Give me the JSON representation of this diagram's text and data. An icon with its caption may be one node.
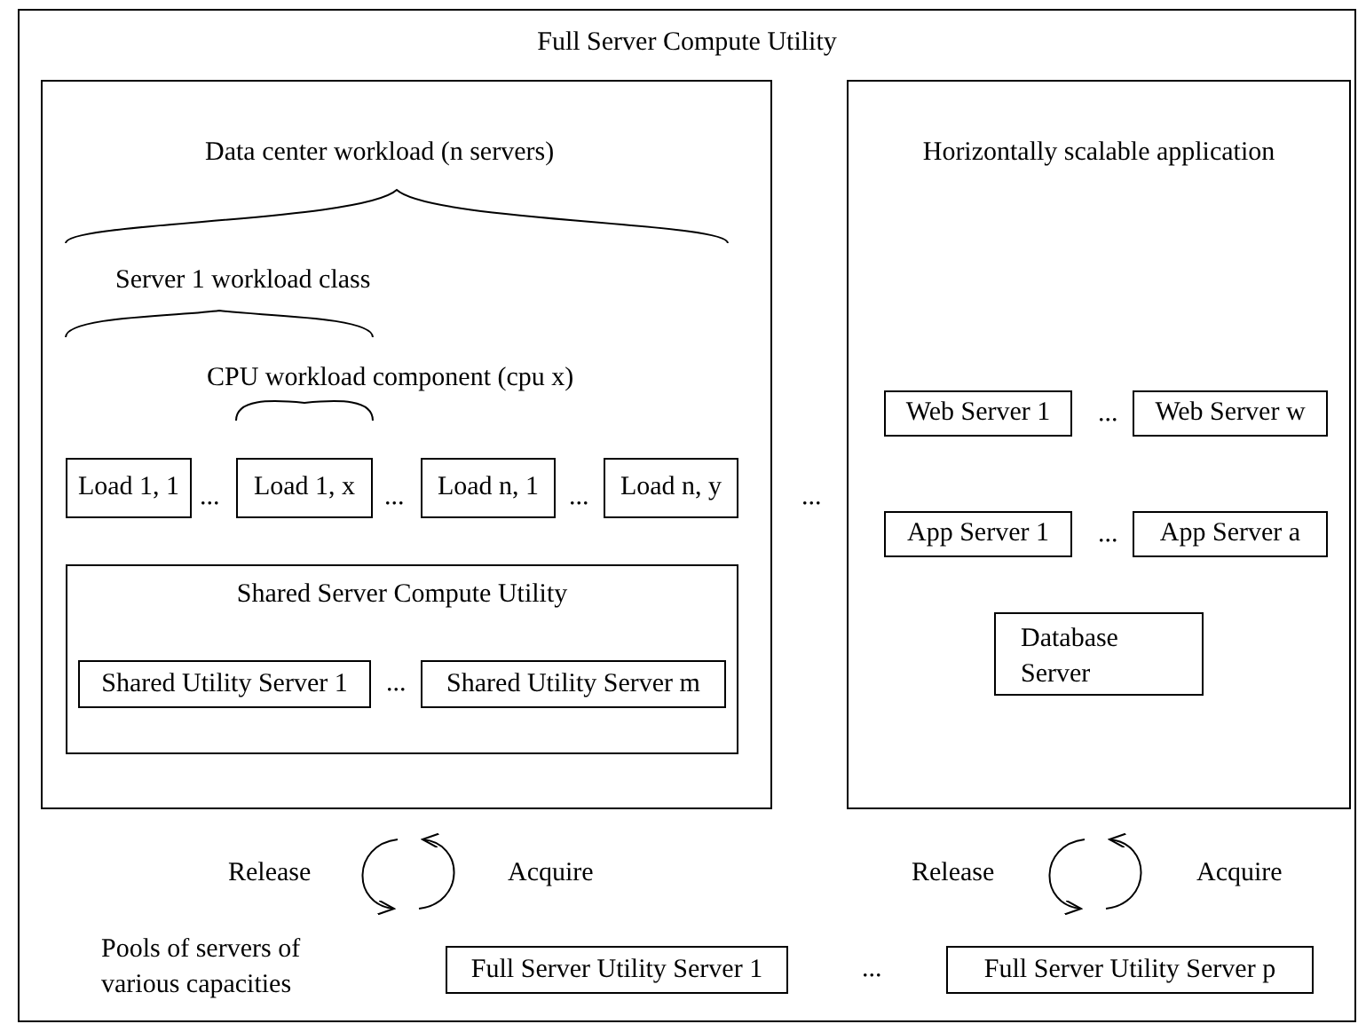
{
  "diagram": {
    "nodes": [
      {
        "text": [
          "Full Server Compute Utility"
        ]
      },
      {
        "text": [],
        "shape": "box",
        "in": 0
      },
      {
        "text": [
          "Load 1, 1"
        ],
        "in": 1
      },
      {
        "text": [
          "Load 1, x"
        ],
        "in": 1
      },
      {
        "text": [
          "Load n, 1"
        ],
        "in": 1
      },
      {
        "text": [
          "Load n, y"
        ],
        "in": 1
      },
      {
        "text": [
          "Shared Server Compute Utility"
        ],
        "in": 1
      },
      {
        "text": [
          "Shared Utility Server 1"
        ],
        "in": 6
      },
      {
        "text": [
          "Shared Utility Server m"
        ],
        "in": 6
      },
      {
        "text": [
          "Horizontally scalable application"
        ],
        "in": 0
      },
      {
        "text": [
          "Web Server 1"
        ],
        "in": 9
      },
      {
        "text": [
          "Web Server w"
        ],
        "in": 9
      },
      {
        "text": [
          "App Server 1"
        ],
        "in": 9
      },
      {
        "text": [
          "App Server a"
        ],
        "in": 9
      },
      {
        "text": [
          "Database Server"
        ],
        "in": 9
      },
      {
        "text": [
          "Full Server Utility Server 1"
        ],
        "in": 0
      },
      {
        "text": [
          "Full Server Utility Server p"
        ],
        "in": 0
      }
    ],
    "edges": [],
    "labels": [
      "Data center workload (n servers)",
      "Server 1 workload class",
      "CPU workload component (cpu x)",
      "...",
      "...",
      "...",
      "...",
      "...",
      "...",
      "...",
      "Release",
      "Acquire",
      "Release",
      "Acquire",
      "Pools of servers of various capacities",
      "..."
    ]
  }
}
